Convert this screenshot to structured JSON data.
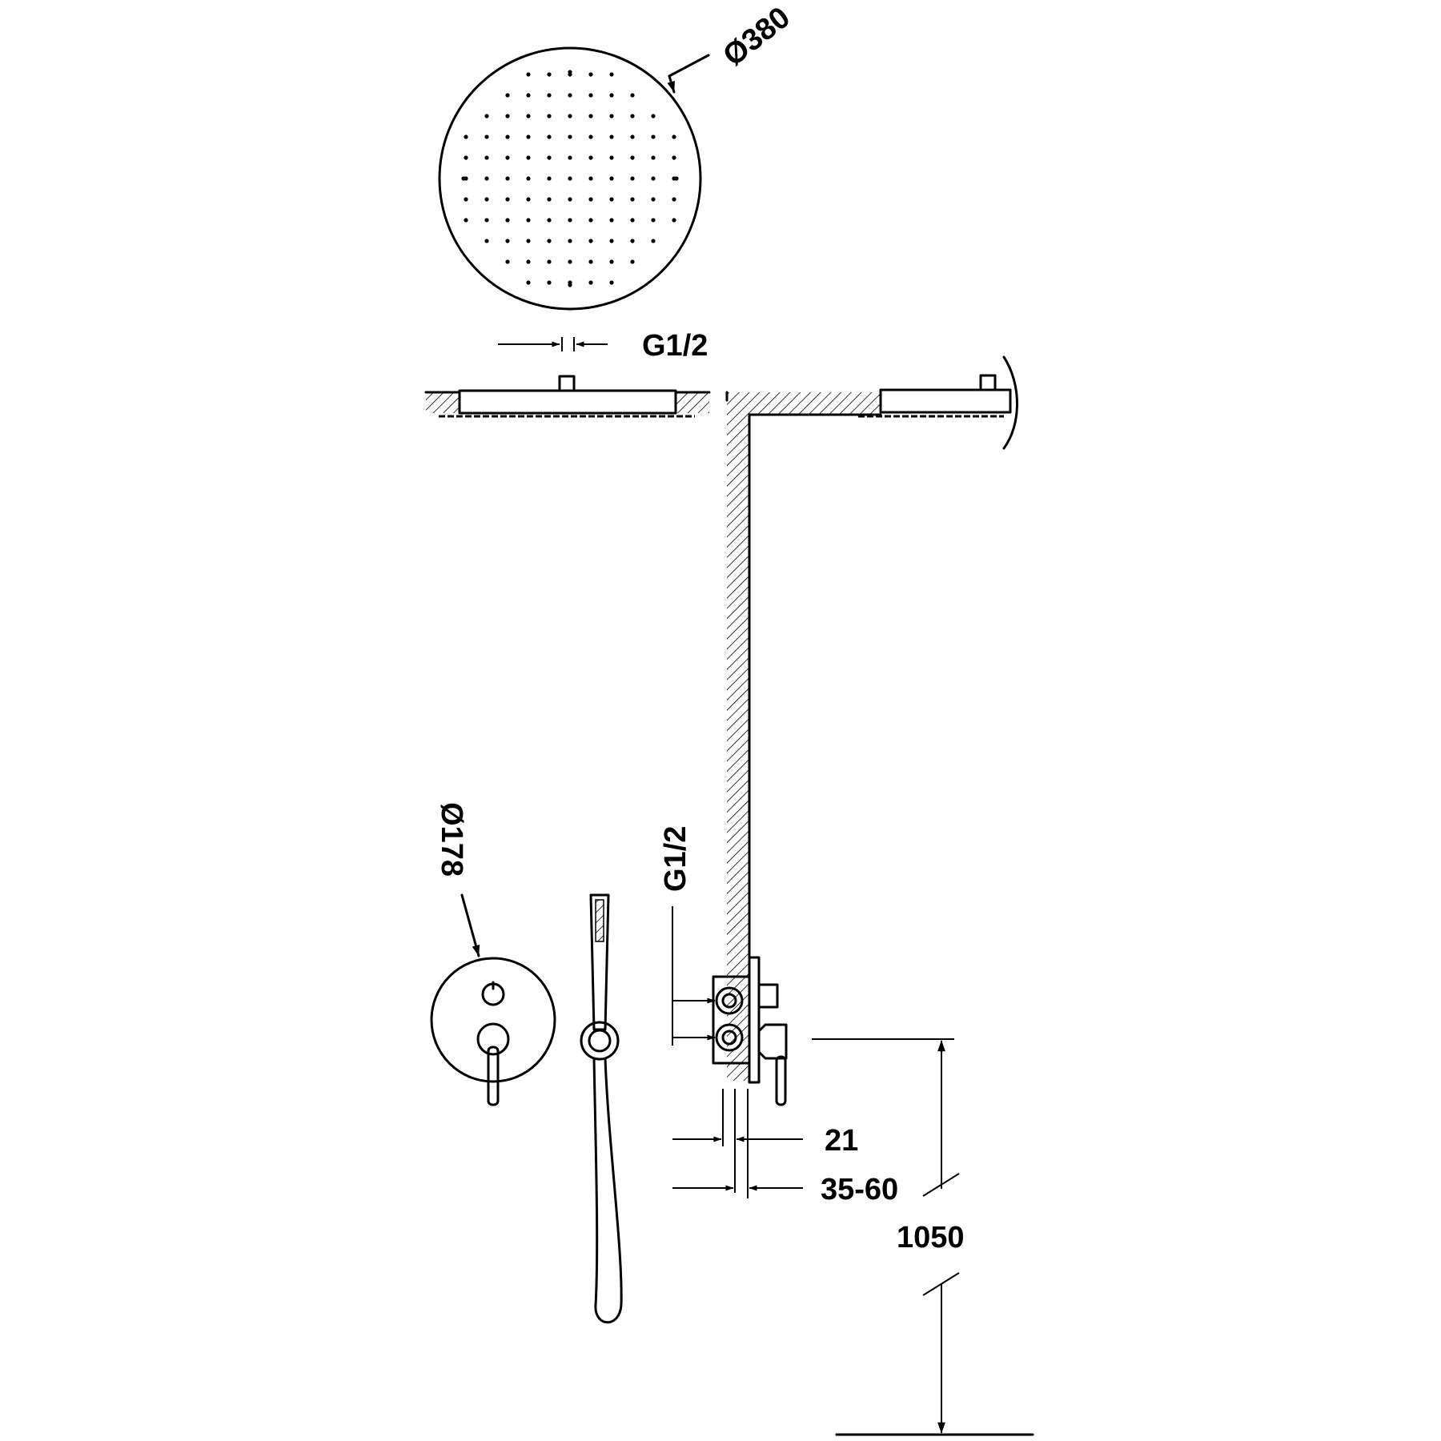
{
  "dimensions": {
    "overhead_diameter": "Ø380",
    "overhead_connection": "G1/2",
    "trim_diameter": "Ø178",
    "mixer_connection": "G1/2",
    "trim_projection": "21",
    "embed_depth": "35-60",
    "mixer_height": "1050"
  },
  "colors": {
    "line": "#000000",
    "background": "#ffffff"
  }
}
